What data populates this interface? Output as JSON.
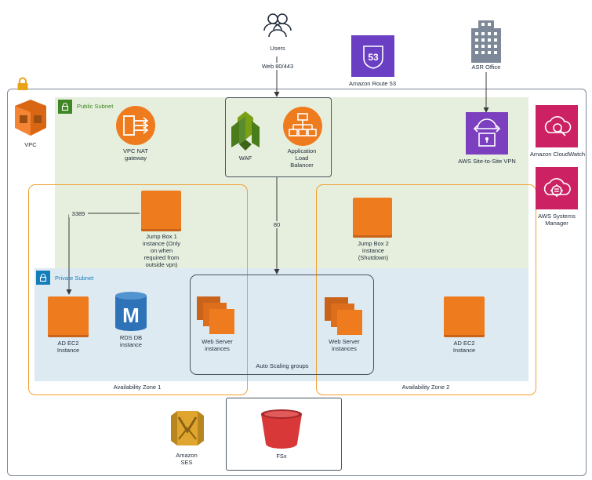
{
  "top": {
    "users": "Users",
    "web_port": "Web 80/443",
    "route53": "Amazon Route 53",
    "route53_badge": "53",
    "asr_office": "ASR Office"
  },
  "vpc": {
    "label": "VPC"
  },
  "public_subnet": {
    "label": "Public Subnet"
  },
  "private_subnet": {
    "label": "Private Subnet"
  },
  "nat": {
    "label_line1": "VPC NAT",
    "label_line2": "gateway"
  },
  "waf": {
    "label": "WAF"
  },
  "alb": {
    "label_line1": "Application",
    "label_line2": "Load",
    "label_line3": "Balancer"
  },
  "vpn": {
    "label": "AWS Site-to-Site VPN"
  },
  "cloudwatch": {
    "label": "Amazon CloudWatch"
  },
  "ssm": {
    "label_line1": "AWS Systems",
    "label_line2": "Manager"
  },
  "jump1": {
    "line1": "Jump Box 1",
    "line2": "instance (Only",
    "line3": "on when",
    "line4": "required from",
    "line5": "outside vpn)"
  },
  "jump2": {
    "line1": "Jump Box 2",
    "line2": "instance",
    "line3": "(Shutdown)"
  },
  "ports": {
    "rdp": "3389",
    "http": "80"
  },
  "ad1": {
    "line1": "AD EC2",
    "line2": "Instance"
  },
  "rds": {
    "line1": "RDS DB",
    "line2": "instance",
    "glyph": "M"
  },
  "web1": {
    "line1": "Web Server",
    "line2": "instances"
  },
  "web2": {
    "line1": "Web Server",
    "line2": "instances"
  },
  "ad2": {
    "line1": "AD EC2",
    "line2": "Instance"
  },
  "asg": {
    "label": "Auto Scaling groups"
  },
  "az1": {
    "label": "Availability Zone 1"
  },
  "az2": {
    "label": "Availability Zone 2"
  },
  "ses": {
    "line1": "Amazon",
    "line2": "SES"
  },
  "fsx": {
    "label": "FSx"
  },
  "colors": {
    "aws_orange": "#ee7c1f",
    "route53_purple": "#6b3fc4",
    "vpn_purple": "#7b3fbf",
    "mgmt_pink": "#cc2264",
    "waf_green": "#5a8c2f",
    "subnet_green": "#e6efdd",
    "subnet_blue": "#deeaf2",
    "public_tag": "#3f8624",
    "private_tag": "#147eba",
    "lock_gold": "#e8a317",
    "az_border": "#f0a030",
    "fsx_red": "#d93838"
  }
}
